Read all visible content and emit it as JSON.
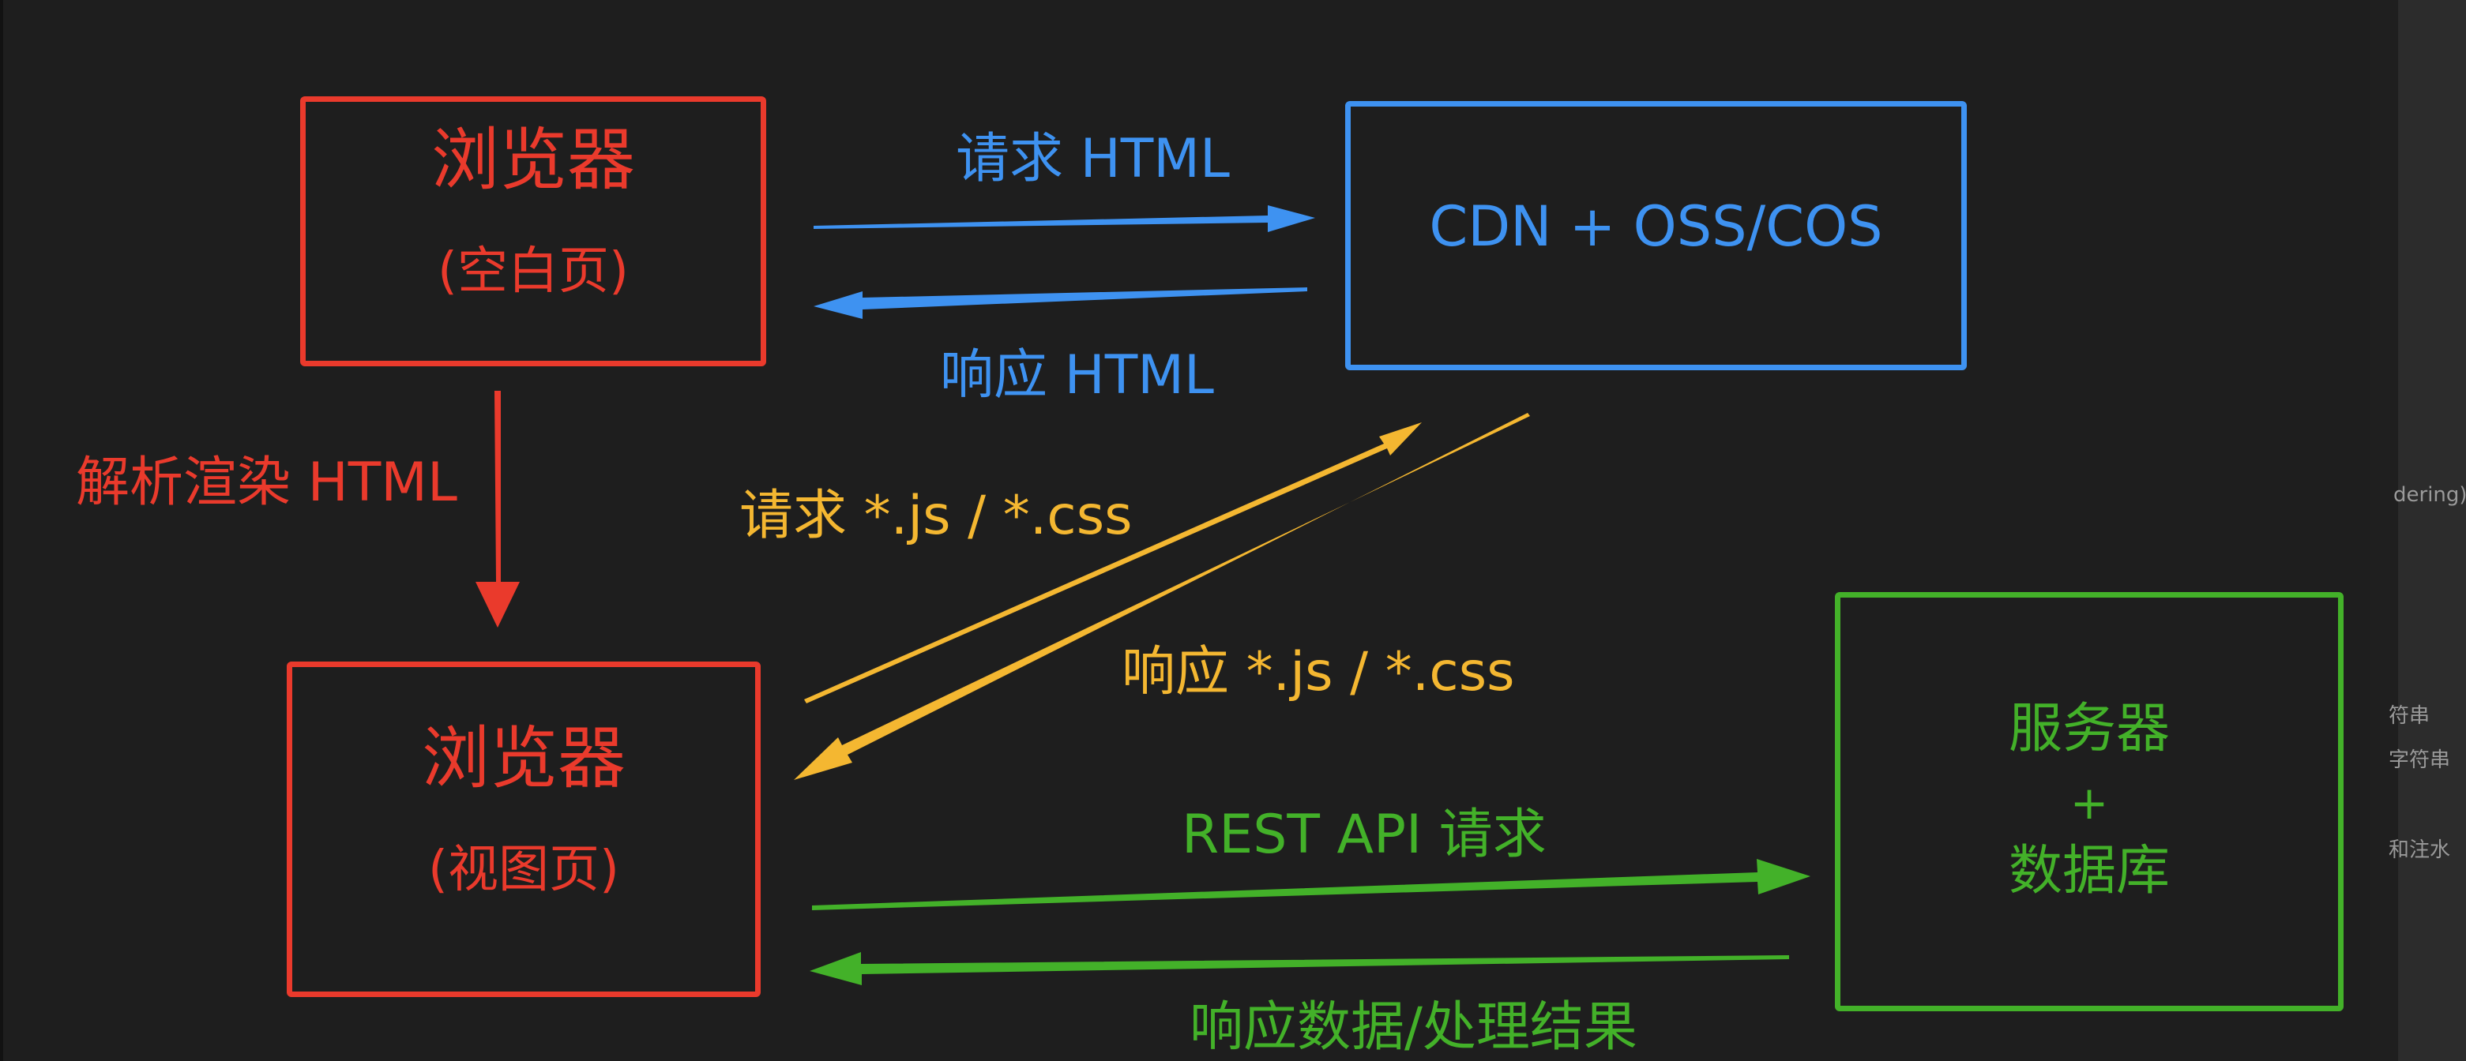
{
  "colors": {
    "background": "#1e1e1e",
    "red": "#ea3a2c",
    "blue": "#3e92f1",
    "yellow": "#f4b731",
    "green": "#43b129"
  },
  "boxes": {
    "browser_blank": {
      "title": "浏览器",
      "subtitle": "(空白页)"
    },
    "cdn": {
      "title": "CDN + OSS/COS"
    },
    "browser_view": {
      "title": "浏览器",
      "subtitle": "(视图页)"
    },
    "server": {
      "line1": "服务器",
      "line2": "+",
      "line3": "数据库"
    }
  },
  "labels": {
    "request_html": "请求 HTML",
    "response_html": "响应 HTML",
    "parse_render": "解析渲染 HTML",
    "request_assets": "请求 *.js / *.css",
    "response_assets": "响应 *.js / *.css",
    "rest_request": "REST API 请求",
    "response_data": "响应数据/处理结果"
  },
  "side_panel": {
    "lines": [
      "dering)",
      "符串",
      "字符串",
      "和注水"
    ]
  }
}
